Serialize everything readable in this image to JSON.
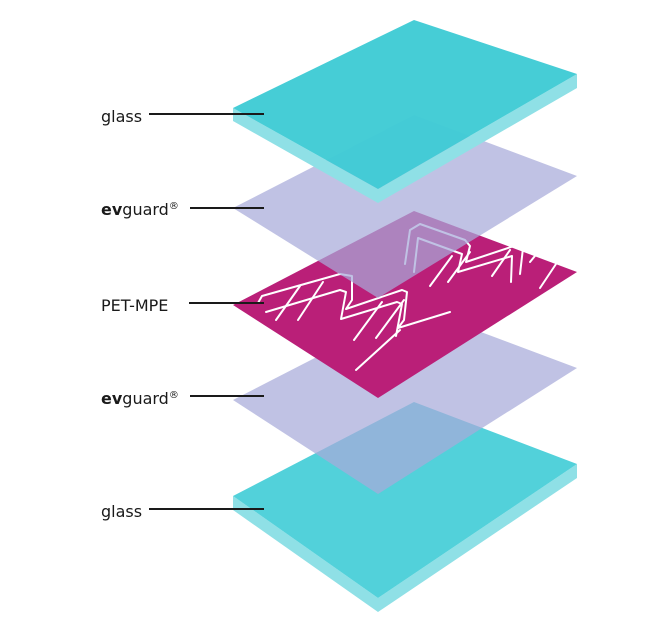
{
  "layers": [
    {
      "id": "glass-top",
      "label_prefix": "",
      "label_main": "glass",
      "label_mark": "",
      "fill": "#40CBD5",
      "edge": "#8FE0E6",
      "kind": "glass"
    },
    {
      "id": "evguard-top",
      "label_prefix": "ev",
      "label_main": "guard",
      "label_mark": "®",
      "fill": "#A7ABD9",
      "kind": "film"
    },
    {
      "id": "pet-mpe",
      "label_prefix": "",
      "label_main": "PET-MPE",
      "label_mark": "",
      "fill": "#BA1F78",
      "kind": "circuit"
    },
    {
      "id": "evguard-bottom",
      "label_prefix": "ev",
      "label_main": "guard",
      "label_mark": "®",
      "fill": "#A7ABD9",
      "kind": "film"
    },
    {
      "id": "glass-bottom",
      "label_prefix": "",
      "label_main": "glass",
      "label_mark": "",
      "fill": "#52D1DA",
      "edge": "#8FE0E6",
      "kind": "glass"
    }
  ]
}
